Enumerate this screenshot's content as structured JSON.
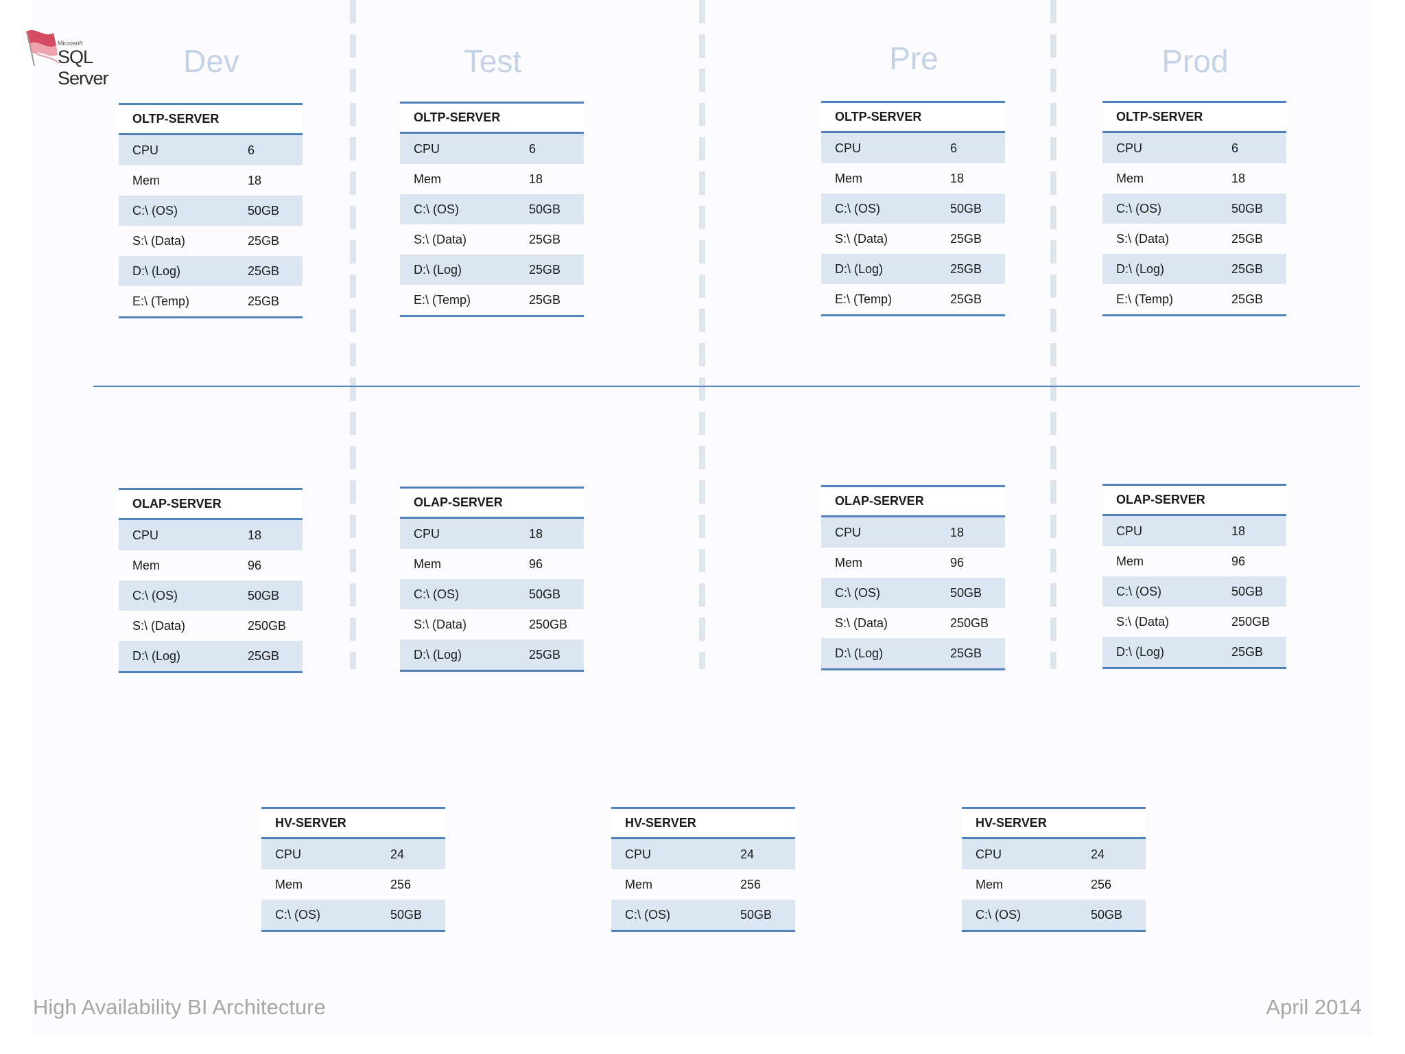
{
  "logo": {
    "small_text": "Microsoft",
    "product": "SQL Server",
    "sub_text": ""
  },
  "environments": [
    "Dev",
    "Test",
    "Pre",
    "Prod"
  ],
  "oltp": {
    "title": "OLTP-SERVER",
    "rows": [
      {
        "k": "CPU",
        "v": "6"
      },
      {
        "k": "Mem",
        "v": "18"
      },
      {
        "k": "C:\\ (OS)",
        "v": "50GB"
      },
      {
        "k": "S:\\ (Data)",
        "v": "25GB"
      },
      {
        "k": "D:\\ (Log)",
        "v": "25GB"
      },
      {
        "k": "E:\\ (Temp)",
        "v": "25GB"
      }
    ]
  },
  "olap": {
    "title": "OLAP-SERVER",
    "rows": [
      {
        "k": "CPU",
        "v": "18"
      },
      {
        "k": "Mem",
        "v": "96"
      },
      {
        "k": "C:\\ (OS)",
        "v": "50GB"
      },
      {
        "k": "S:\\ (Data)",
        "v": "250GB"
      },
      {
        "k": "D:\\ (Log)",
        "v": "25GB"
      }
    ]
  },
  "hv": {
    "title": "HV-SERVER",
    "rows": [
      {
        "k": "CPU",
        "v": "24"
      },
      {
        "k": "Mem",
        "v": "256"
      },
      {
        "k": "C:\\ (OS)",
        "v": "50GB"
      }
    ]
  },
  "footer": {
    "left": "High Availability BI Architecture",
    "right": "April 2014"
  },
  "colors": {
    "accent": "#4f81bd",
    "band": "#dce6f2",
    "env_title": "#c4d2e6",
    "footer": "#a6a6a6"
  }
}
